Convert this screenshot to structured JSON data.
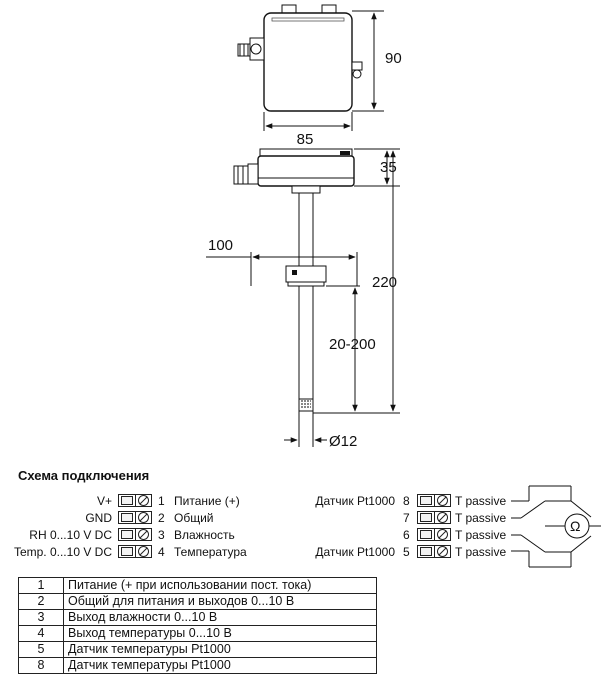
{
  "dimensions": {
    "width_top": "85",
    "height_top": "90",
    "housing_depth": "35",
    "total_length": "220",
    "flange_width": "100",
    "insertion_range": "20-200",
    "probe_diameter": "Ø12"
  },
  "wiring": {
    "title": "Схема подключения",
    "left_terminals": [
      {
        "signal": "V+",
        "num": "1",
        "desc": "Питание (+)"
      },
      {
        "signal": "GND",
        "num": "2",
        "desc": "Общий"
      },
      {
        "signal": "RH 0...10 V DC",
        "num": "3",
        "desc": "Влажность"
      },
      {
        "signal": "Temp. 0...10 V DC",
        "num": "4",
        "desc": "Температура"
      }
    ],
    "right_terminals": [
      {
        "label": "Датчик Pt1000",
        "num": "8",
        "desc": "T passive"
      },
      {
        "label": "",
        "num": "7",
        "desc": "T passive"
      },
      {
        "label": "",
        "num": "6",
        "desc": "T passive"
      },
      {
        "label": "Датчик Pt1000",
        "num": "5",
        "desc": "T passive"
      }
    ],
    "ohm_symbol": "Ω"
  },
  "legend_table": [
    {
      "num": "1",
      "text": "Питание (+ при использовании пост. тока)"
    },
    {
      "num": "2",
      "text": "Общий для питания и выходов 0...10 В"
    },
    {
      "num": "3",
      "text": "Выход влажности 0...10 В"
    },
    {
      "num": "4",
      "text": "Выход температуры 0...10 В"
    },
    {
      "num": "5",
      "text": "Датчик температуры Pt1000"
    },
    {
      "num": "8",
      "text": "Датчик температуры Pt1000"
    }
  ]
}
